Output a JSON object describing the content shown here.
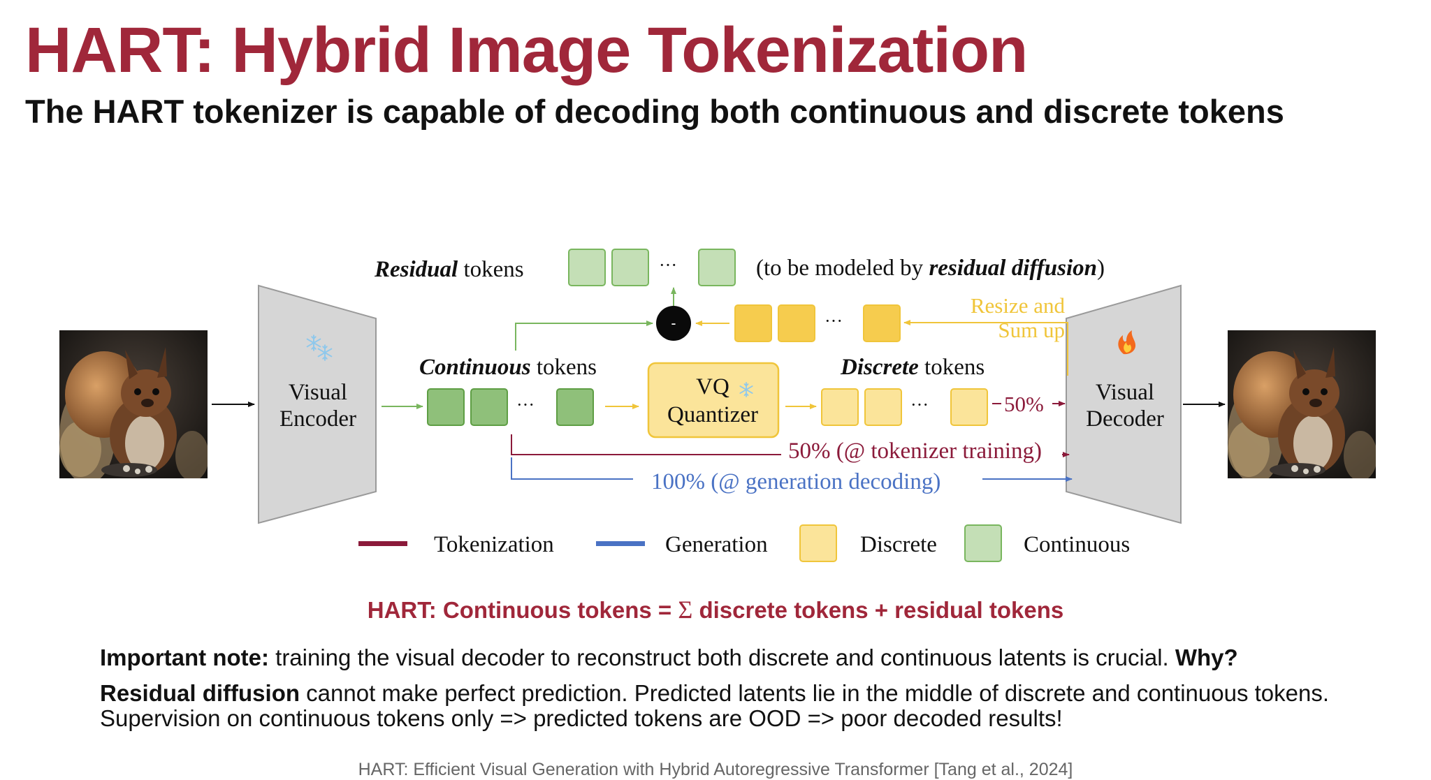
{
  "title": "HART: Hybrid Image Tokenization",
  "subtitle": "The HART tokenizer is capable of decoding both continuous and discrete tokens",
  "diagram": {
    "residual_label_bold": "Residual",
    "residual_label_rest": " tokens",
    "residual_note_prefix": "(to be modeled by ",
    "residual_note_bold": "residual diffusion",
    "residual_note_suffix": ")",
    "continuous_label_bold": "Continuous",
    "continuous_label_rest": " tokens",
    "discrete_label_bold": "Discrete",
    "discrete_label_rest": " tokens",
    "encoder_line1": "Visual",
    "encoder_line2": "Encoder",
    "decoder_line1": "Visual",
    "decoder_line2": "Decoder",
    "quantizer_line1": "VQ",
    "quantizer_line2": "Quantizer",
    "resize_line1": "Resize and",
    "resize_line2": "Sum up",
    "ellipsis": "···",
    "subtract_symbol": "-",
    "pct_discrete": "50%",
    "pct_training": "50% (@ tokenizer training)",
    "pct_generation": "100% (@ generation decoding)"
  },
  "legend": {
    "tokenization": "Tokenization",
    "generation": "Generation",
    "discrete": "Discrete",
    "continuous": "Continuous"
  },
  "colors": {
    "accent": "#a0273a",
    "tokenization": "#8b1a3a",
    "generation": "#4a72c4",
    "continuous_fill": "#8fc07a",
    "continuous_light": "#c4dfb6",
    "discrete_fill": "#f6cc4e",
    "discrete_light": "#fbe49a",
    "green_arrow": "#79b65e",
    "yellow_arrow": "#f0c53a"
  },
  "icons": {
    "frozen": "snowflake-icon",
    "trainable": "fire-icon"
  },
  "equation": {
    "prefix": "HART: Continuous tokens = ",
    "sigma": "Σ",
    "suffix": " discrete tokens + residual tokens"
  },
  "note1": {
    "bold1": "Important note:",
    "text": " training the visual decoder to reconstruct both discrete and continuous latents is crucial. ",
    "bold2": "Why?"
  },
  "note2": {
    "bold": "Residual diffusion",
    "text": " cannot make perfect prediction. Predicted latents lie in the middle of discrete and continuous tokens. Supervision on continuous tokens only => predicted tokens are OOD => poor decoded results!"
  },
  "citation": "HART: Efficient Visual Generation with Hybrid Autoregressive Transformer [Tang et al., 2024]"
}
